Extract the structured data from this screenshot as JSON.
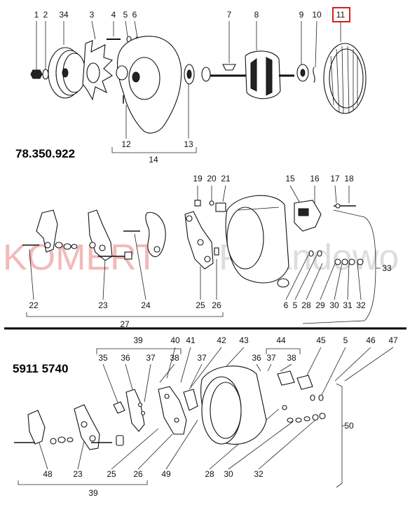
{
  "section1": {
    "code": "78.350.922",
    "labels": [
      "1",
      "2",
      "34",
      "3",
      "4",
      "5",
      "6",
      "7",
      "8",
      "9",
      "10",
      "11",
      "12",
      "13",
      "14"
    ]
  },
  "section2": {
    "labels_top": [
      "19",
      "20",
      "21",
      "15",
      "16",
      "17",
      "18"
    ],
    "labels_bottom": [
      "22",
      "23",
      "24",
      "25",
      "26",
      "6",
      "5",
      "28",
      "29",
      "30",
      "31",
      "32"
    ],
    "group_27": "27",
    "group_33": "33"
  },
  "section3": {
    "code": "5911 5740",
    "labels_top": [
      "39",
      "40",
      "41",
      "42",
      "43",
      "44",
      "45",
      "5",
      "46",
      "47",
      "35",
      "36",
      "37",
      "38",
      "37",
      "36",
      "37",
      "38"
    ],
    "labels_bottom": [
      "48",
      "23",
      "25",
      "26",
      "49",
      "28",
      "30",
      "32"
    ],
    "group_39_bottom": "39",
    "group_50": "50"
  },
  "watermark": {
    "left": "KOMERT",
    "right": "Polandowo"
  },
  "highlight": {
    "label": "11",
    "color": "#d62020"
  }
}
